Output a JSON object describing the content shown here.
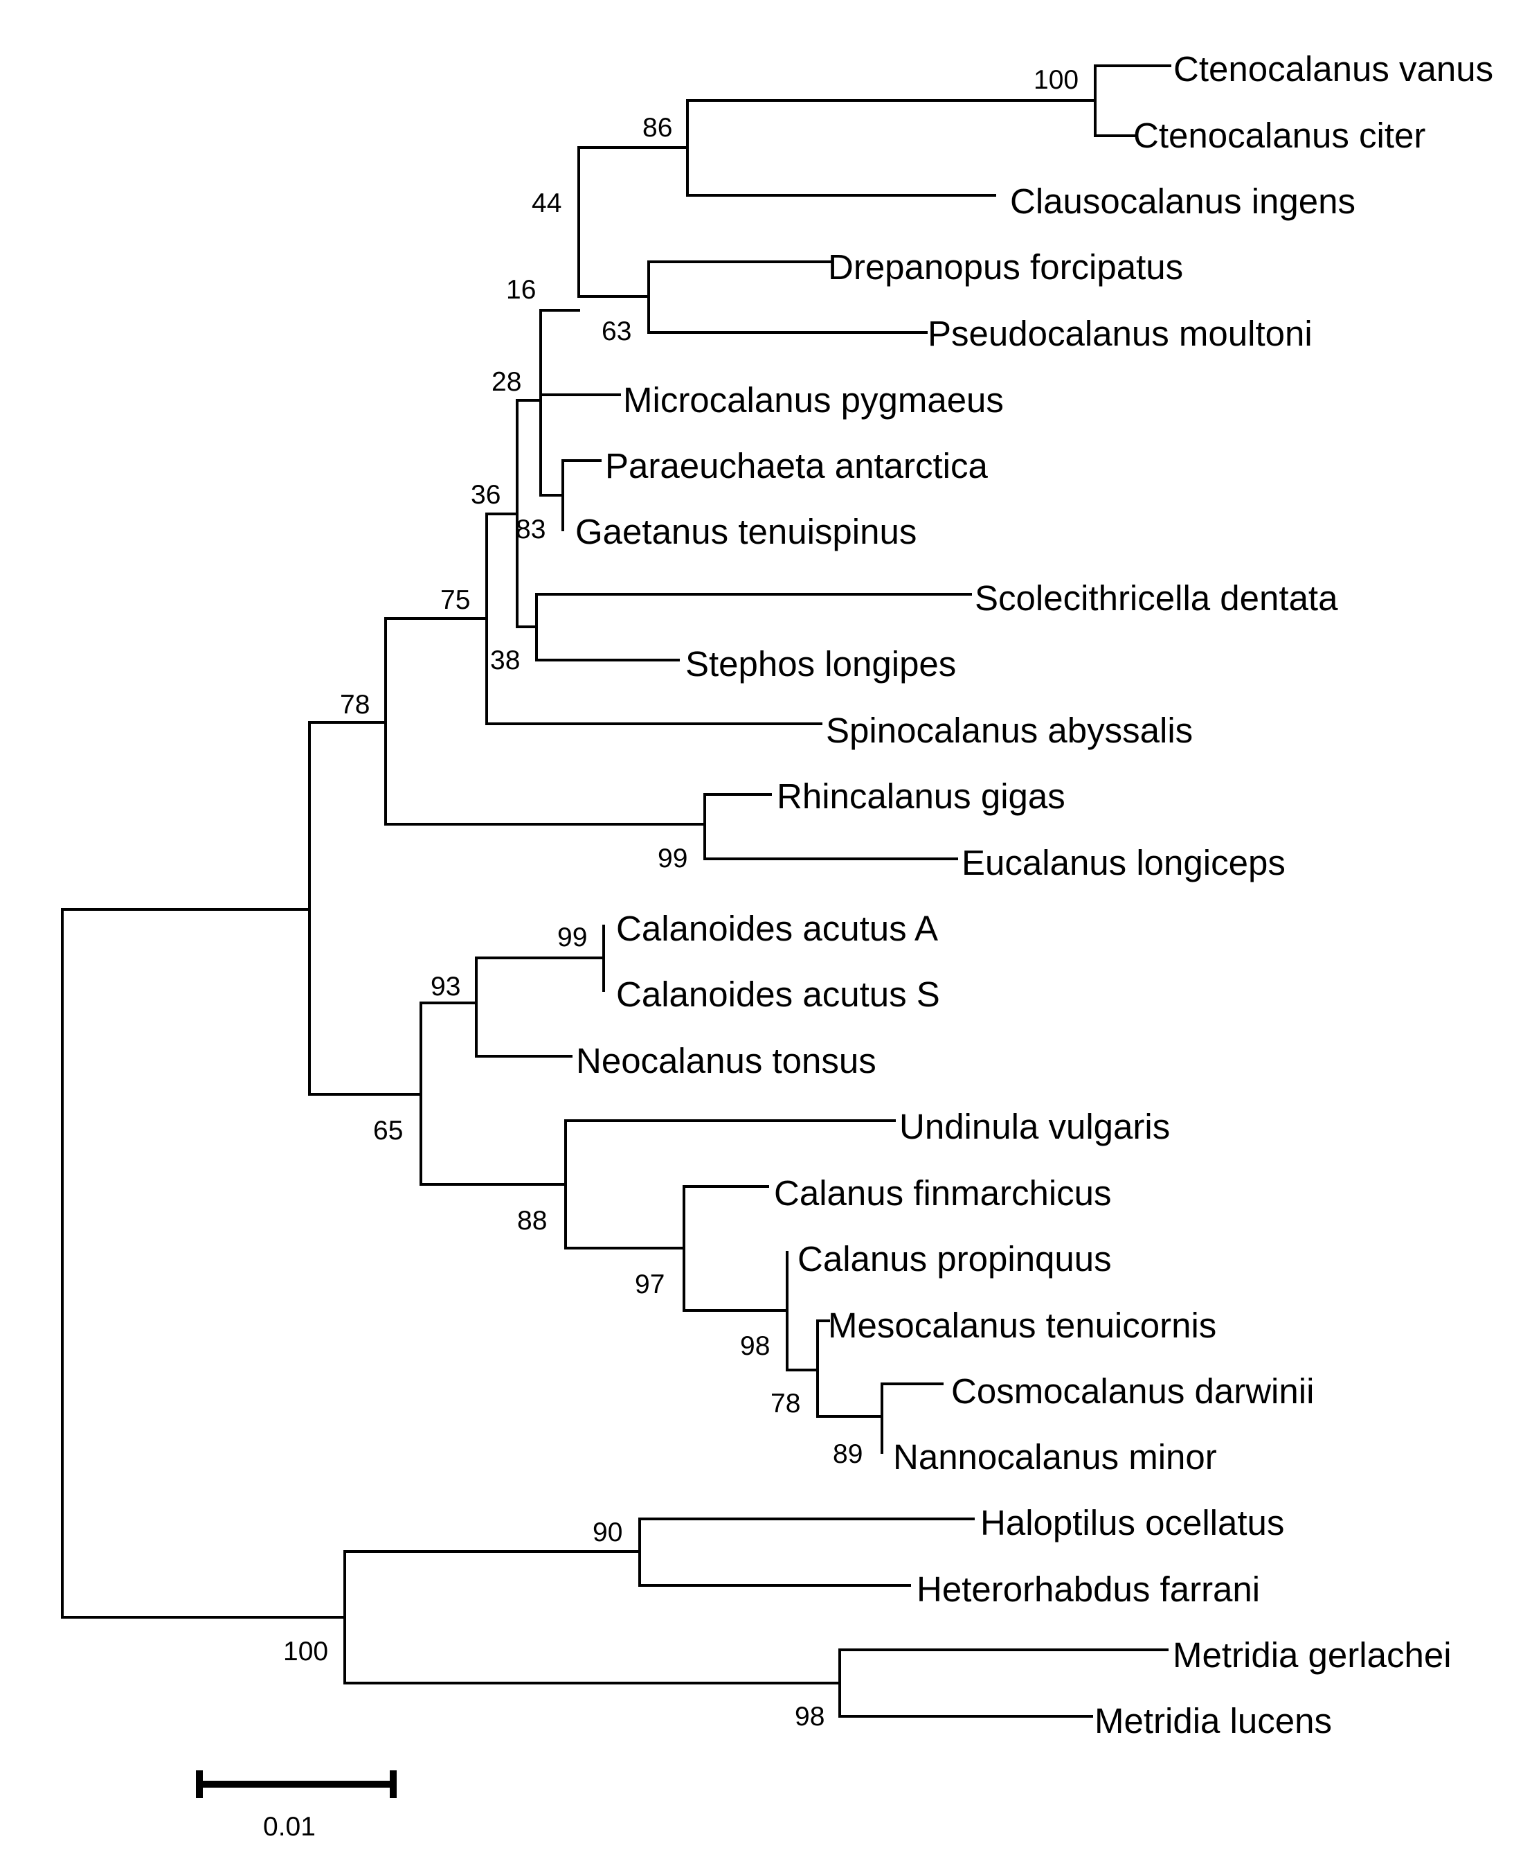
{
  "tree": {
    "taxa": [
      "Ctenocalanus vanus",
      "Ctenocalanus citer",
      "Clausocalanus ingens",
      "Drepanopus forcipatus",
      "Pseudocalanus moultoni",
      "Microcalanus pygmaeus",
      "Paraeuchaeta antarctica",
      "Gaetanus tenuispinus",
      "Scolecithricella dentata",
      "Stephos longipes",
      "Spinocalanus abyssalis",
      "Rhincalanus gigas",
      "Eucalanus longiceps",
      "Calanoides acutus A",
      "Calanoides acutus S",
      "Neocalanus tonsus",
      "Undinula vulgaris",
      "Calanus finmarchicus",
      "Calanus propinquus",
      "Mesocalanus tenuicornis",
      "Cosmocalanus darwinii",
      "Nannocalanus minor",
      "Haloptilus ocellatus",
      "Heterorhabdus farrani",
      "Metridia gerlachei",
      "Metridia lucens"
    ],
    "bootstrap": {
      "ctenocalanus": "100",
      "clausocalanus_group": "86",
      "group44": "44",
      "group16": "16",
      "drepanopus_pseudocalanus": "63",
      "group28": "28",
      "paraeuchaeta_gaetanus": "83",
      "group36": "36",
      "scolecithricella_stephos": "38",
      "group75": "75",
      "group78": "78",
      "rhincalanus_eucalanus": "99",
      "calanoides": "99",
      "calanoides_neocalanus": "93",
      "group65": "65",
      "undinula_calanus": "88",
      "calanus_group": "97",
      "propinquus_group": "98",
      "mesocalanus_group": "78",
      "cosmocalanus_nannocalanus": "89",
      "haloptilus_heterorhabdus": "90",
      "outgroup": "100",
      "metridia": "98"
    }
  },
  "scale": {
    "label": "0.01"
  }
}
